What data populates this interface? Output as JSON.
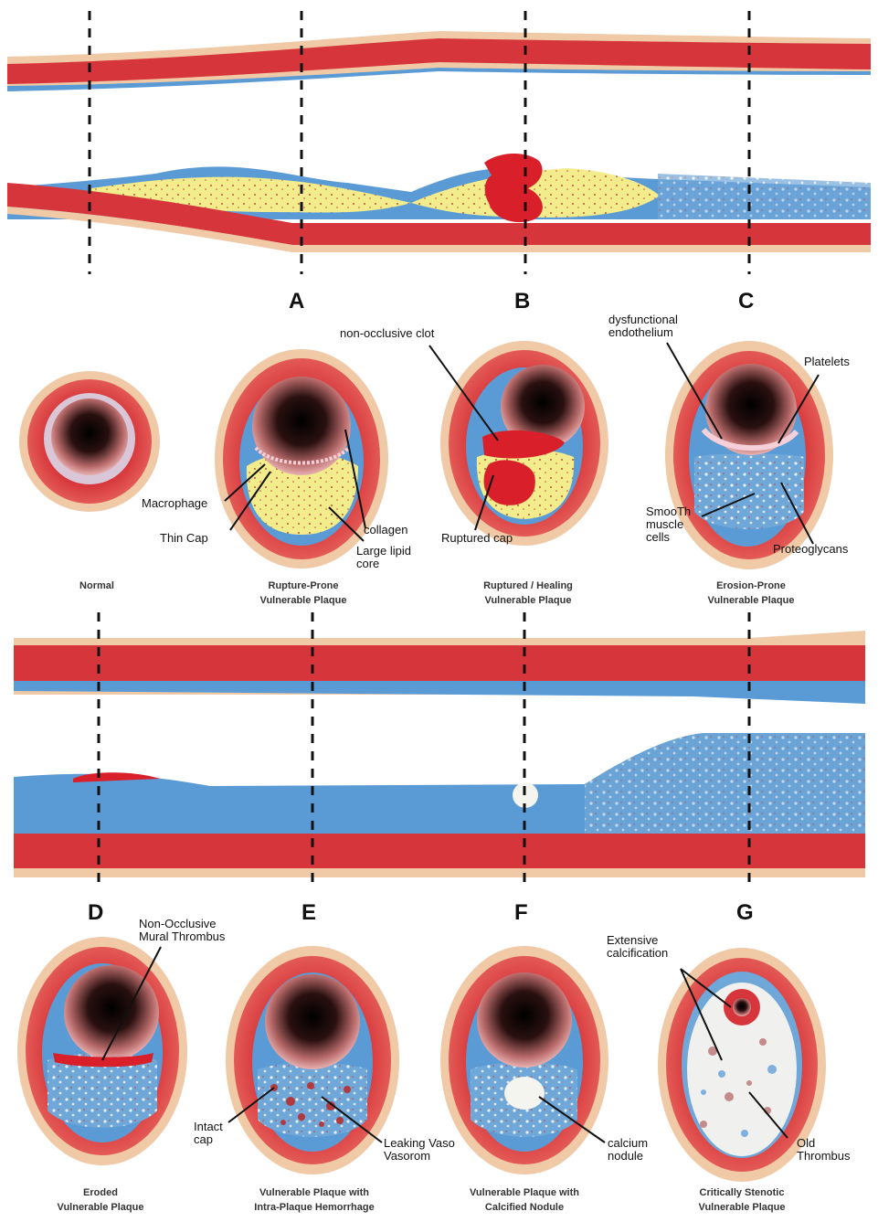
{
  "colors": {
    "wall": "#d6363b",
    "adventitia": "#f0c9a6",
    "intima": "#5b9bd5",
    "lipid": "#f2ec8c",
    "thrombus": "#d81f2a",
    "calcium": "#f5f5f0"
  },
  "sections": [
    "A",
    "B",
    "C",
    "D",
    "E",
    "F",
    "G"
  ],
  "captions": {
    "normal": "Normal",
    "a": "Rupture-Prone\nVulnerable Plaque",
    "b": "Ruptured / Healing\nVulnerable Plaque",
    "c": "Erosion-Prone\nVulnerable Plaque",
    "d": "Eroded\nVulnerable Plaque",
    "e": "Vulnerable Plaque with\nIntra-Plaque Hemorrhage",
    "f": "Vulnerable Plaque with\nCalcified Nodule",
    "g": "Critically Stenotic\nVulnerable Plaque"
  },
  "labels": {
    "non_occlusive_clot": "non-occlusive clot",
    "dysfunctional_endothelium": "dysfunctional\nendothelium",
    "platelets": "Platelets",
    "macrophage": "Macrophage",
    "thin_cap": "Thin Cap",
    "collagen": "collagen",
    "large_lipid_core": "Large lipid\ncore",
    "ruptured_cap": "Ruptured cap",
    "smooth_muscle_cells": "SmooTh\nmuscle\ncells",
    "proteoglycans": "Proteoglycans",
    "non_occlusive_mural_thrombus": "Non-Occlusive\nMural Thrombus",
    "extensive_calcification": "Extensive\ncalcification",
    "intact_cap": "Intact\ncap",
    "leaking_vasa_vasorum": "Leaking Vaso\nVasorom",
    "calcium_nodule": "calcium\nnodule",
    "old_thrombus": "Old\nThrombus"
  }
}
